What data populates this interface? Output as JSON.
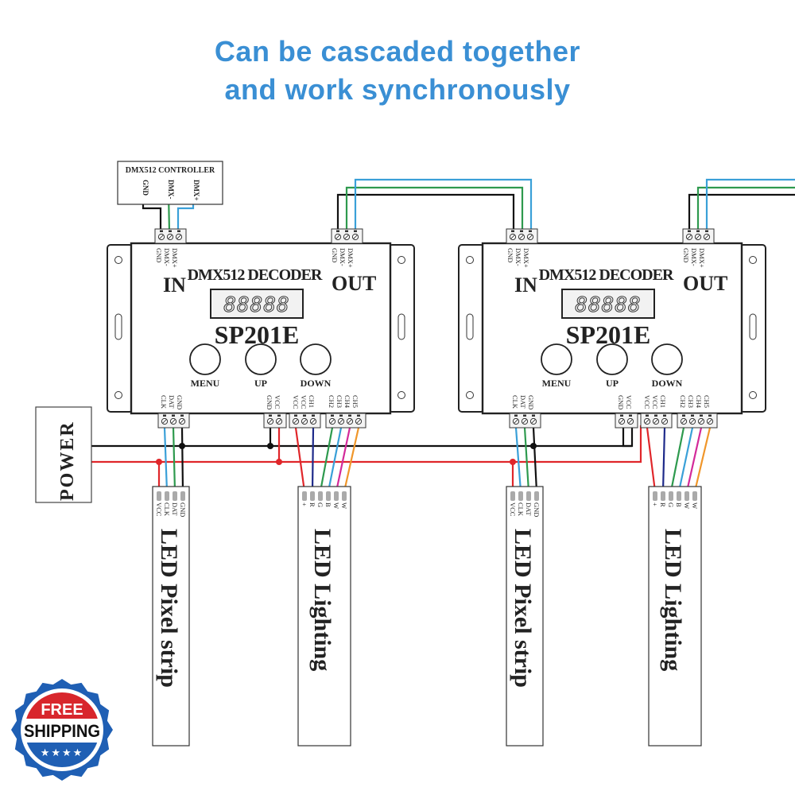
{
  "headline": {
    "line1": "Can be cascaded together",
    "line2": "and work synchronously",
    "color": "#3a8fd4"
  },
  "controller": {
    "title": "DMX512 CONTROLLER",
    "pins": [
      "GND",
      "DMX-",
      "DMX+"
    ]
  },
  "power": {
    "label": "POWER"
  },
  "decoders": [
    {
      "title": "DMX512 DECODER",
      "model": "SP201E",
      "in_label": "IN",
      "out_label": "OUT",
      "display": "88888",
      "dmx_pins": [
        "GND",
        "DMX-",
        "DMX+"
      ],
      "buttons": [
        "MENU",
        "UP",
        "DOWN"
      ],
      "pixel_pins": [
        "CLK",
        "DAT",
        "GND"
      ],
      "power_pins": [
        "GND",
        "VCC"
      ],
      "ch_pins_a": [
        "VCC",
        "VCC",
        "CH1"
      ],
      "ch_pins_b": [
        "CH2",
        "CH3",
        "CH4",
        "CH5"
      ]
    },
    {
      "title": "DMX512 DECODER",
      "model": "SP201E",
      "in_label": "IN",
      "out_label": "OUT",
      "display": "88888",
      "dmx_pins": [
        "GND",
        "DMX-",
        "DMX+"
      ],
      "buttons": [
        "MENU",
        "UP",
        "DOWN"
      ],
      "pixel_pins": [
        "CLK",
        "DAT",
        "GND"
      ],
      "power_pins": [
        "GND",
        "VCC"
      ],
      "ch_pins_a": [
        "VCC",
        "VCC",
        "CH1"
      ],
      "ch_pins_b": [
        "CH2",
        "CH3",
        "CH4",
        "CH5"
      ]
    }
  ],
  "strips": [
    {
      "label": "LED Pixel strip",
      "pins": [
        "VCC",
        "CLK",
        "DAT",
        "GND"
      ]
    },
    {
      "label": "LED Lighting",
      "pins": [
        "+",
        "R",
        "G",
        "B",
        "W",
        "W"
      ]
    },
    {
      "label": "LED Pixel strip",
      "pins": [
        "VCC",
        "CLK",
        "DAT",
        "GND"
      ]
    },
    {
      "label": "LED Lighting",
      "pins": [
        "+",
        "R",
        "G",
        "B",
        "W",
        "W"
      ]
    }
  ],
  "wire_colors": {
    "gnd": "#111111",
    "vcc": "#e0262a",
    "dmx_minus": "#2e9a4e",
    "dmx_plus": "#3aa0d8",
    "clk": "#3aa0d8",
    "dat": "#2e9a4e",
    "r": "#1e2a8a",
    "g": "#2e9a4e",
    "b": "#3aa0d8",
    "w1": "#d32a9a",
    "w2": "#f0962a"
  },
  "badge": {
    "top_text": "FREE",
    "main_text": "SHIPPING",
    "stars": "★★★★",
    "ring_color": "#1f5fb4",
    "top_color": "#d8262c",
    "bottom_color": "#1f5fb4"
  }
}
